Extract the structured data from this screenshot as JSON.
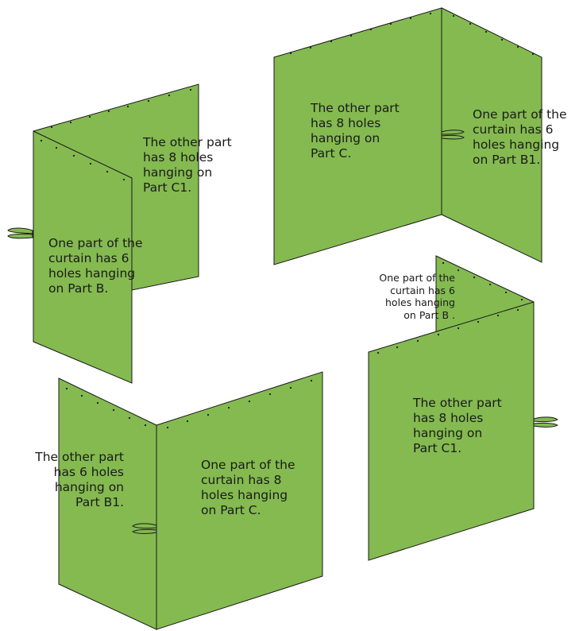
{
  "figures": [
    {
      "labels": {
        "back_panel": "The other part\nhas 8 holes\nhanging on\nPart C1.",
        "front_panel": "One part of the\ncurtain has 6\nholes hanging\non Part B."
      }
    },
    {
      "labels": {
        "left_panel": "The other part\nhas 8 holes\nhanging on\nPart C.",
        "right_panel": "One part of the\ncurtain has 6\nholes hanging\non Part B1."
      }
    },
    {
      "labels": {
        "left_panel": "The other part\nhas 6 holes\nhanging on\nPart B1.",
        "right_panel": "One part of the\ncurtain has 8\nholes hanging\non Part C."
      }
    },
    {
      "labels": {
        "back_panel": "One part of the\ncurtain has 6\nholes hanging\non Part B .",
        "front_panel": "The other part\nhas 8 holes\nhanging on\nPart C1."
      }
    }
  ],
  "colors": {
    "panel_fill": "#84ba50",
    "outline": "#1a1a1a"
  }
}
